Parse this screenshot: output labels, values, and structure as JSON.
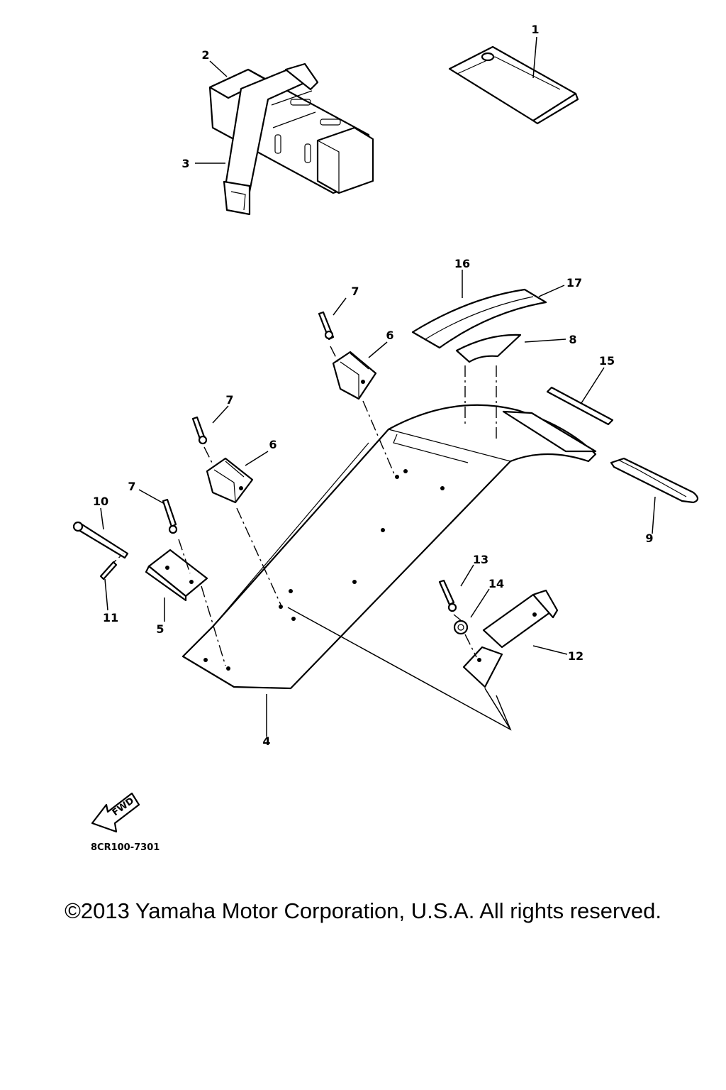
{
  "diagram": {
    "callouts": [
      "1",
      "2",
      "3",
      "4",
      "5",
      "6",
      "6",
      "7",
      "7",
      "7",
      "8",
      "9",
      "10",
      "11",
      "12",
      "13",
      "14",
      "15",
      "16",
      "17"
    ],
    "drawing_code": "8CR100-7301",
    "fwd_label": "FWD",
    "icons": {
      "fwd_arrow": "fwd-arrow-icon"
    }
  },
  "footer": {
    "copyright": "©2013 Yamaha Motor Corporation, U.S.A. All rights reserved."
  }
}
